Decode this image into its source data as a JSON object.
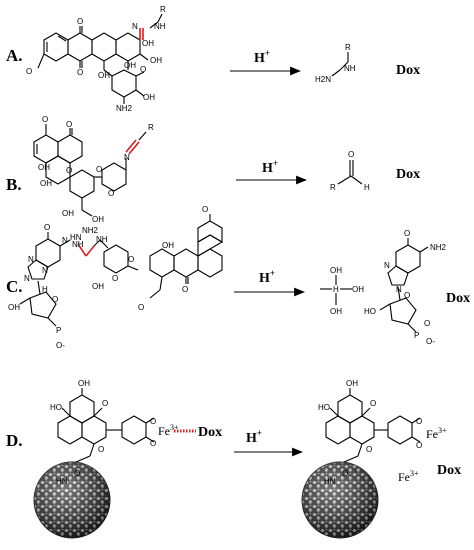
{
  "rows": [
    {
      "label": "A.",
      "reagent": "H+",
      "reagent_base": "H",
      "reagent_sup": "+",
      "product_label": "Dox",
      "reactant_atoms": [
        "R",
        "NH",
        "N",
        "OH",
        "OH",
        "O",
        "O",
        "OH",
        "O",
        "OH",
        "O",
        "NH2",
        "OH"
      ],
      "product_atoms": [
        "R",
        "NH",
        "H2N"
      ]
    },
    {
      "label": "B.",
      "reagent": "H+",
      "reagent_base": "H",
      "reagent_sup": "+",
      "product_label": "Dox",
      "reactant_atoms": [
        "R",
        "N",
        "O",
        "O",
        "OH",
        "O",
        "OH",
        "O",
        "OH",
        "OH",
        "O"
      ],
      "product_atoms": [
        "O",
        "R",
        "H"
      ]
    },
    {
      "label": "C.",
      "reagent": "H+",
      "reagent_base": "H",
      "reagent_sup": "+",
      "product_label": "Dox",
      "reactant_atoms": [
        "O",
        "N",
        "NH2",
        "N",
        "NH",
        "N",
        "HN",
        "NH",
        "N",
        "H",
        "O",
        "OH",
        "O",
        "O",
        "OH",
        "OH",
        "O",
        "P",
        "O-",
        "O",
        "O"
      ],
      "product_atoms": [
        "OH",
        "H",
        "OH",
        "OH",
        "O",
        "NH2",
        "N",
        "N",
        "HO",
        "O",
        "P",
        "O-",
        "O"
      ]
    },
    {
      "label": "D.",
      "reagent": "H+",
      "reagent_base": "H",
      "reagent_sup": "+",
      "product_label": "Dox",
      "reactant_atoms": [
        "OH",
        "HO",
        "O",
        "O",
        "O",
        "O",
        "HN",
        "O"
      ],
      "reactant_metal": "Fe",
      "reactant_metal_charge": "3+",
      "product_atoms": [
        "OH",
        "HO",
        "O",
        "O",
        "O",
        "O",
        "HN",
        "O"
      ],
      "product_metal": "Fe",
      "product_metal_charge": "3+"
    }
  ],
  "colors": {
    "ink": "#000000",
    "cleavable_bond": "#d42020",
    "nanoparticle": "#3a3a3a"
  }
}
